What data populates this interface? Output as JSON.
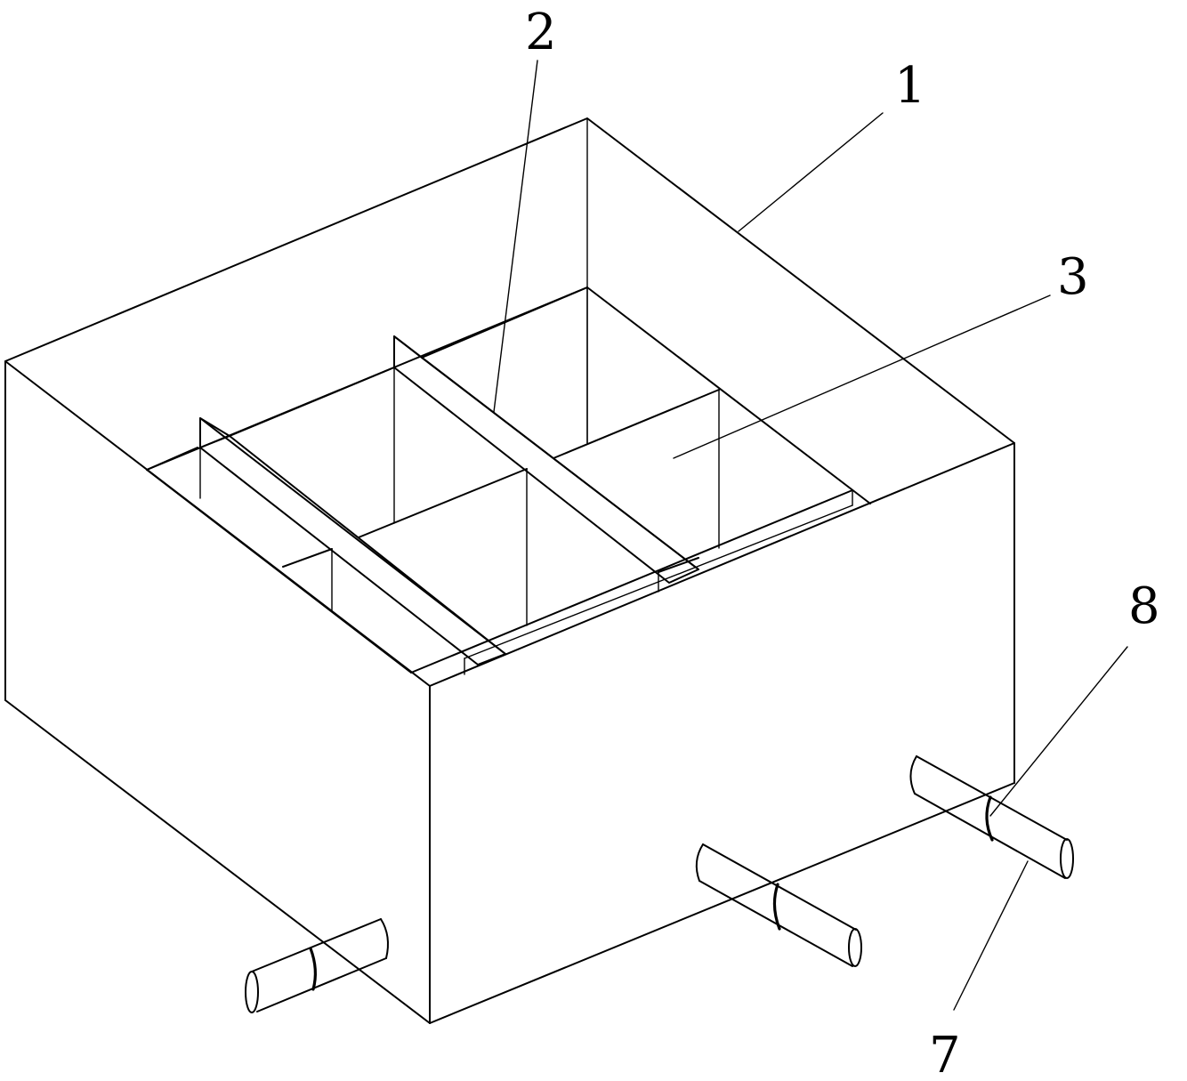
{
  "labels": {
    "box": "1",
    "divider_bar": "2",
    "compartment": "3",
    "pipe": "7",
    "pipe_ring": "8"
  },
  "colors": {
    "stroke": "#000000",
    "background": "#ffffff"
  }
}
